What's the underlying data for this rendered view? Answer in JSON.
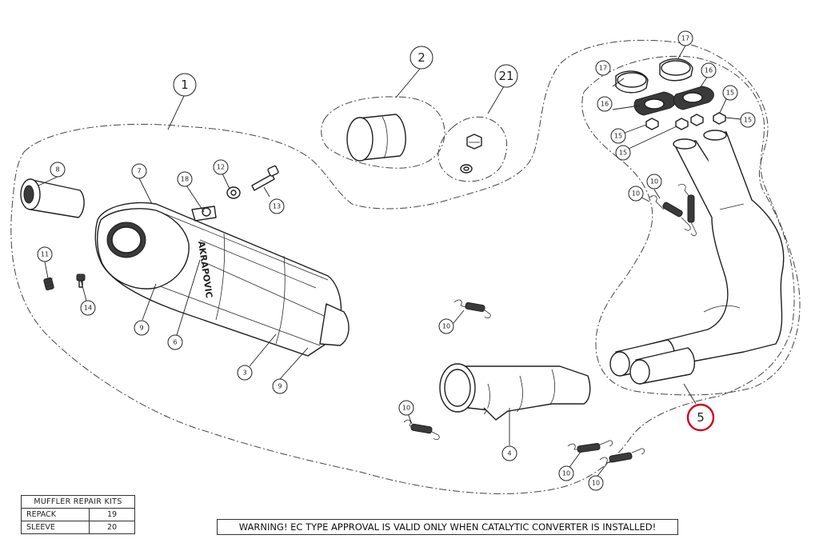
{
  "callouts": {
    "c1": "1",
    "c2": "2",
    "c21": "21",
    "c5": "5",
    "c3": "3",
    "c4": "4",
    "c6": "6",
    "c7": "7",
    "c8": "8",
    "c9a": "9",
    "c9b": "9",
    "c11": "11",
    "c12": "12",
    "c13": "13",
    "c14": "14",
    "c18": "18",
    "c16a": "16",
    "c16b": "16",
    "c17a": "17",
    "c17b": "17",
    "c15a": "15",
    "c15b": "15",
    "c15c": "15",
    "c15d": "15",
    "c10a": "10",
    "c10b": "10",
    "c10c": "10",
    "c10d": "10",
    "c10e": "10",
    "c10f": "10"
  },
  "muffler_brand": "AKRAPOVIC",
  "repair_kits": {
    "title": "MUFFLER REPAIR KITS",
    "rows": [
      {
        "label": "REPACK",
        "value": "19"
      },
      {
        "label": "SLEEVE",
        "value": "20"
      }
    ]
  },
  "warning": "WARNING! EC TYPE APPROVAL IS VALID ONLY WHEN CATALYTIC CONVERTER IS INSTALLED!",
  "colors": {
    "highlight_callout": "#d0021b",
    "line": "#1f1f1f"
  }
}
